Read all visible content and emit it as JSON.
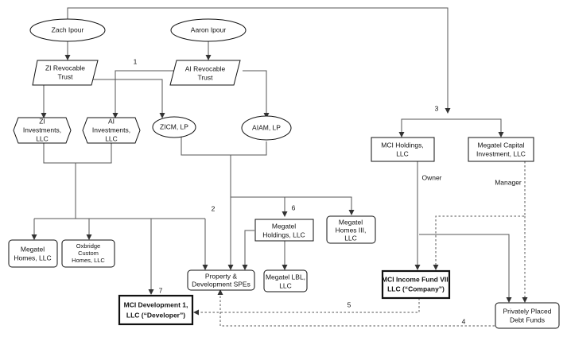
{
  "nodes": {
    "zach": [
      "Zach Ipour"
    ],
    "aaron": [
      "Aaron Ipour"
    ],
    "zi_trust": [
      "ZI Revocable",
      "Trust"
    ],
    "ai_trust": [
      "AI Revocable",
      "Trust"
    ],
    "zi_inv": [
      "ZI",
      "Investments,",
      "LLC"
    ],
    "ai_inv": [
      "AI",
      "Investments,",
      "LLC"
    ],
    "zicm": [
      "ZICM, LP"
    ],
    "aiam": [
      "AIAM, LP"
    ],
    "mci_holdings": [
      "MCI Holdings,",
      "LLC"
    ],
    "megatel_capital": [
      "Megatel Capital",
      "Investment, LLC"
    ],
    "megatel_homes": [
      "Megatel",
      "Homes, LLC"
    ],
    "oxbridge": [
      "Oxbridge",
      "Custom",
      "Homes, LLC"
    ],
    "megatel_holdings": [
      "Megatel",
      "Holdings, LLC"
    ],
    "megatel_homes3": [
      "Megatel",
      "Homes III,",
      "LLC"
    ],
    "property_spes": [
      "Property &",
      "Development SPEs"
    ],
    "megatel_lbl": [
      "Megatel LBL,",
      "LLC"
    ],
    "mci_income_fund": [
      "MCI Income Fund VII,",
      "LLC (“Company”)"
    ],
    "mci_dev": [
      "MCI Development 1,",
      "LLC (“Developer”)"
    ],
    "debt_funds": [
      "Privately Placed",
      "Debt Funds"
    ]
  },
  "edge_labels": {
    "owner": "Owner",
    "manager": "Manager"
  },
  "markers": [
    "1",
    "2",
    "3",
    "4",
    "5",
    "6",
    "7"
  ]
}
